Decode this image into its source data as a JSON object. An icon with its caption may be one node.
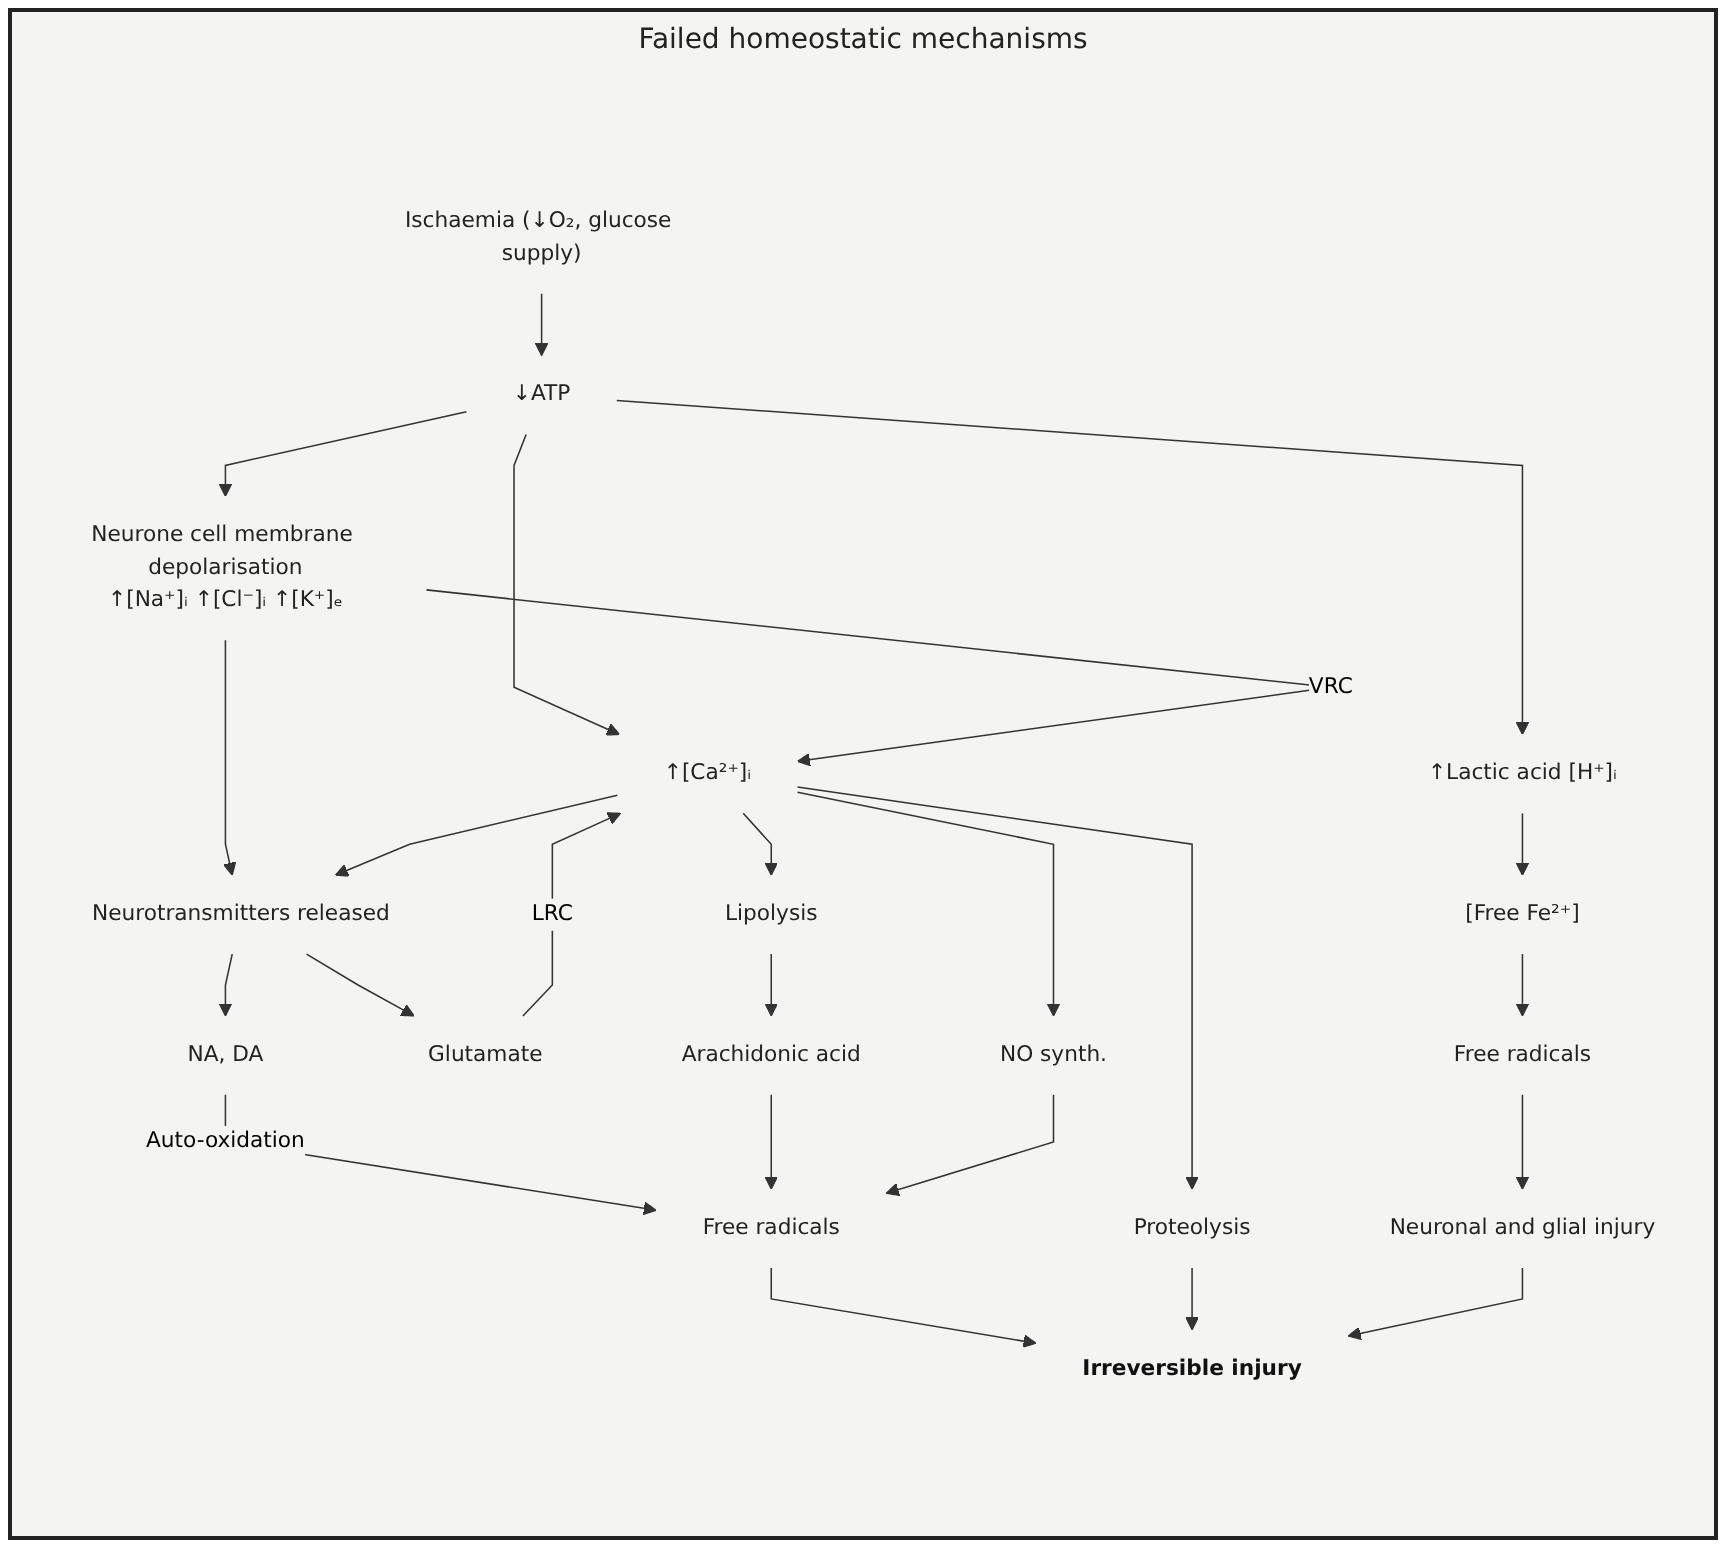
{
  "diagram": {
    "nodes": [
      {
        "text": [
          "Ischaemia (↓O₂, glucose supply)"
        ]
      },
      {
        "text": [
          "↓ATP"
        ]
      },
      {
        "text": [
          "Neurone cell membrane depolarisation",
          "↑[Na⁺]ᵢ ↑[Cl⁻]ᵢ ↑[K⁺]ₑ"
        ]
      },
      {
        "text": [
          "↑[Ca²⁺]ᵢ"
        ]
      },
      {
        "text": [
          "↑Lactic acid [H⁺]ᵢ"
        ]
      },
      {
        "text": [
          "Neurotransmitters released"
        ]
      },
      {
        "text": [
          "[Free Fe²⁺]"
        ]
      },
      {
        "text": [
          "NA, DA"
        ]
      },
      {
        "text": [
          "Glutamate"
        ]
      },
      {
        "text": [
          "Lipolysis"
        ]
      },
      {
        "text": [
          "NO synth."
        ]
      },
      {
        "text": [
          "Proteolysis"
        ]
      },
      {
        "text": [
          "Free radicals"
        ]
      },
      {
        "text": [
          "Arachidonic acid"
        ]
      },
      {
        "text": [
          "Neuronal and glial injury"
        ]
      },
      {
        "text": [
          "Free radicals"
        ]
      },
      {
        "text": [
          "Irreversible injury"
        ]
      }
    ],
    "edges": [
      {
        "from": 0,
        "to": 1,
        "arrow": "to"
      },
      {
        "from": 1,
        "to": 2,
        "arrow": "to"
      },
      {
        "from": 1,
        "to": 3,
        "arrow": "to"
      },
      {
        "from": 1,
        "to": 4,
        "arrow": "to"
      },
      {
        "from": 2,
        "to": 3,
        "arrow": "to",
        "label": "VRC"
      },
      {
        "from": 2,
        "to": 5,
        "arrow": "to"
      },
      {
        "from": 3,
        "to": 5,
        "arrow": "to"
      },
      {
        "from": 8,
        "to": 3,
        "arrow": "to",
        "label": "LRC"
      },
      {
        "from": 5,
        "to": 7,
        "arrow": "to"
      },
      {
        "from": 5,
        "to": 8,
        "arrow": "to"
      },
      {
        "from": 4,
        "to": 6,
        "arrow": "to"
      },
      {
        "from": 3,
        "to": 9,
        "arrow": "to"
      },
      {
        "from": 3,
        "to": 10,
        "arrow": "to"
      },
      {
        "from": 3,
        "to": 11,
        "arrow": "to"
      },
      {
        "from": 6,
        "to": 12,
        "arrow": "to"
      },
      {
        "from": 9,
        "to": 13,
        "arrow": "to"
      },
      {
        "from": 12,
        "to": 14,
        "arrow": "to"
      },
      {
        "from": 7,
        "to": 15,
        "arrow": "to",
        "label": "Auto-oxidation"
      },
      {
        "from": 13,
        "to": 15,
        "arrow": "to"
      },
      {
        "from": 10,
        "to": 15,
        "arrow": "to"
      },
      {
        "from": 15,
        "to": 16,
        "arrow": "to"
      },
      {
        "from": 11,
        "to": 16,
        "arrow": "to"
      },
      {
        "from": 14,
        "to": 16,
        "arrow": "to"
      }
    ],
    "labels": [
      "Failed homeostatic mechanisms"
    ]
  }
}
